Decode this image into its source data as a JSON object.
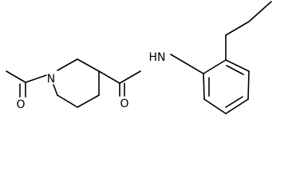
{
  "molecule": {
    "atom_labels": {
      "nitrogen_ring": "N",
      "acetyl_oxygen": "O",
      "amide_nh": "HN",
      "amide_oxygen": "O"
    },
    "colors": {
      "line": "#000000",
      "background": "#ffffff"
    }
  }
}
